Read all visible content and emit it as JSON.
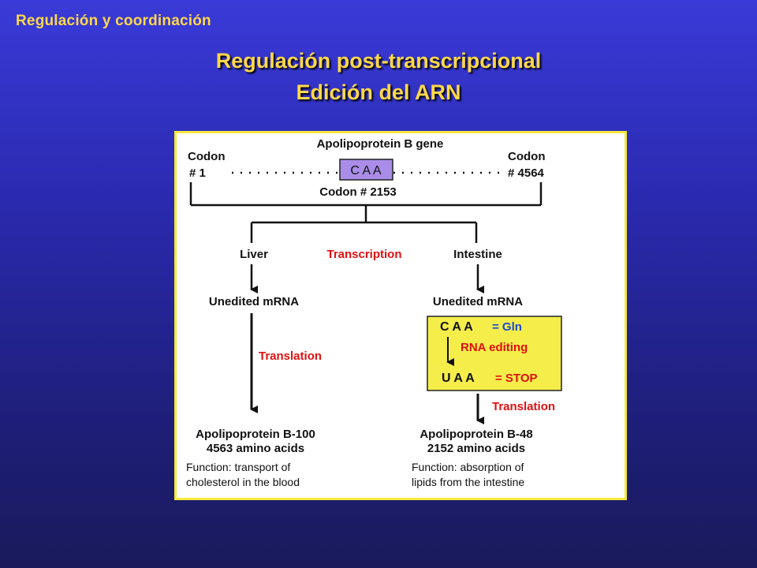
{
  "slide": {
    "header": "Regulación y coordinación",
    "title_line1": "Regulación post-transcripcional",
    "title_line2": "Edición del ARN"
  },
  "diagram": {
    "gene_title": "Apolipoprotein B gene",
    "codon_left": "Codon",
    "codon_left_num": "# 1",
    "codon_right": "Codon",
    "codon_right_num": "# 4564",
    "codon_seq": "C A A",
    "codon_mid": "Codon # 2153",
    "liver": "Liver",
    "transcription": "Transcription",
    "intestine": "Intestine",
    "unedited_left": "Unedited mRNA",
    "unedited_right": "Unedited mRNA",
    "translation_left": "Translation",
    "translation_right": "Translation",
    "edit_caa": "C A A",
    "edit_gln": "= Gln",
    "edit_rna_editing": "RNA editing",
    "edit_uaa": "U A A",
    "edit_stop": "= STOP",
    "protein_left": "Apolipoprotein B-100",
    "protein_left_aa": "4563 amino acids",
    "function_left_1": "Function: transport of",
    "function_left_2": "cholesterol in the blood",
    "protein_right": "Apolipoprotein B-48",
    "protein_right_aa": "2152 amino acids",
    "function_right_1": "Function: absorption of",
    "function_right_2": "lipids from the intestine"
  },
  "colors": {
    "background": "#2a2ab0",
    "title": "#ffd84a",
    "figure_border": "#f6e83a",
    "codon_box": "#a98de8",
    "edit_box": "#f5ee4a",
    "red_text": "#e01010",
    "blue_text": "#1a4ad8"
  }
}
